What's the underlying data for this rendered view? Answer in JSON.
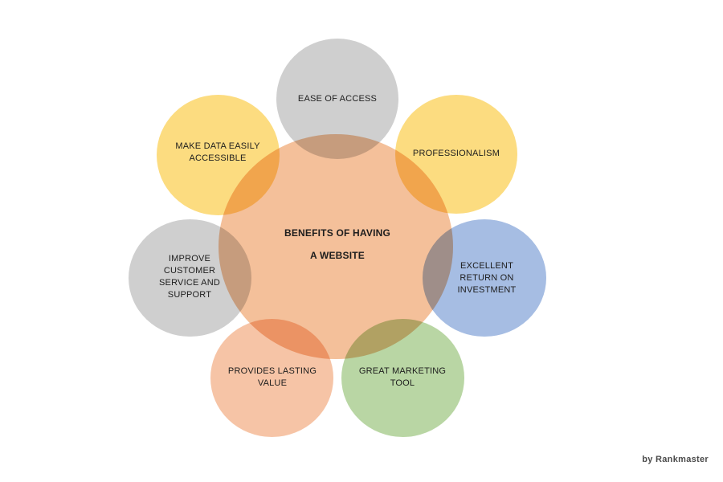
{
  "diagram": {
    "center": "BENEFITS OF HAVING\nA WEBSITE",
    "benefits": {
      "top": "EASE OF ACCESS",
      "top_left": "MAKE DATA EASILY\nACCESSIBLE",
      "top_right": "PROFESSIONALISM",
      "right": "EXCELLENT\nRETURN ON\nINVESTMENT",
      "left": "IMPROVE\nCUSTOMER\nSERVICE AND\nSUPPORT",
      "bottom_left": "PROVIDES LASTING\nVALUE",
      "bottom_right": "GREAT MARKETING\nTOOL"
    },
    "colors": {
      "center": "#f4c09a",
      "yellow": "#fcdc80",
      "gray": "#cfcfcf",
      "blue": "#a6bde3",
      "peach": "#f6c4a6",
      "green": "#b9d6a4"
    }
  },
  "credit": "by Rankmaster"
}
